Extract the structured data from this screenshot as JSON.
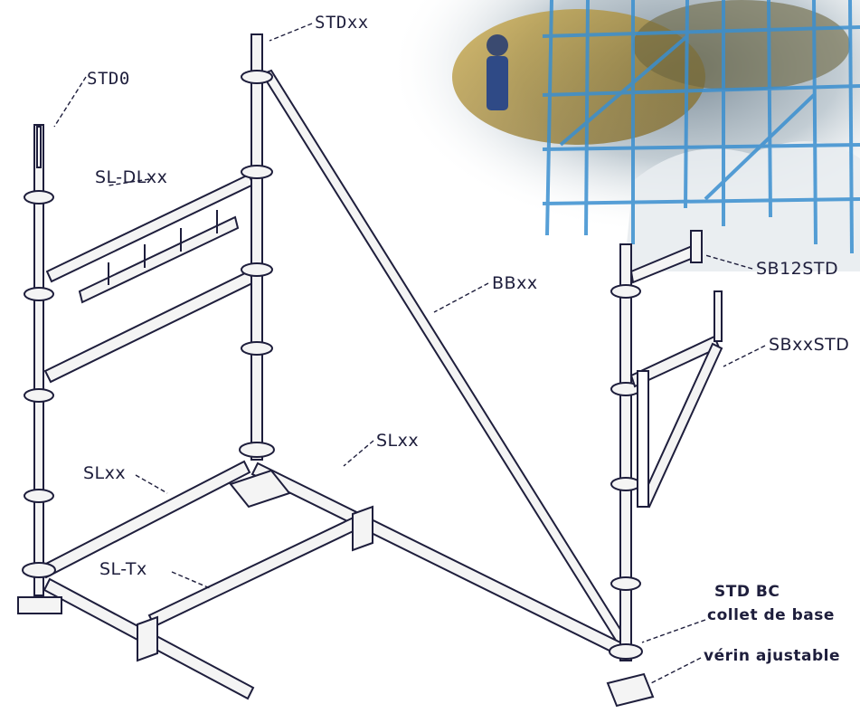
{
  "labels": {
    "std_top": "STDxx",
    "std0": "STD0",
    "sl_dl": "SL-DLxx",
    "bb": "BBxx",
    "sb12": "SB12STD",
    "sbxx": "SBxxSTD",
    "sl_left": "SLxx",
    "sl_right": "SLxx",
    "sl_t": "SL-Tx",
    "std_bc": "STD BC",
    "collet": "collet de base",
    "verin": "vérin ajustable"
  },
  "colors": {
    "line": "#1e1e3c",
    "tube_fill": "#f4f4f4",
    "photo_sky": "#c8d4dc",
    "photo_scaffold": "#3a8fd0"
  }
}
